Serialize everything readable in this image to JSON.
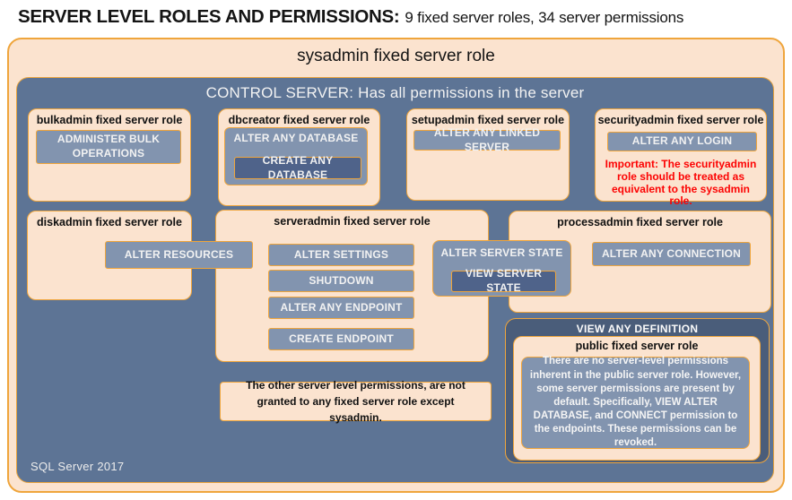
{
  "title": {
    "bold": "SERVER LEVEL ROLES AND PERMISSIONS:",
    "normal": "9 fixed server roles, 34 server permissions"
  },
  "colors": {
    "peach_fill": "#FBE3CF",
    "orange_border": "#EFA53C",
    "slate_blue_fill": "#5D7495",
    "permission_fill": "#8294AF",
    "permission_dark_fill": "#4F638A",
    "public_outer_fill": "#4A5D7A",
    "warning_red": "#FC0303"
  },
  "sysadmin_label": "sysadmin fixed server role",
  "control_label": "CONTROL SERVER: Has all permissions in the server",
  "roles": {
    "bulkadmin": {
      "label": "bulkadmin fixed server role",
      "perm": "ADMINISTER BULK OPERATIONS"
    },
    "dbcreator": {
      "label": "dbcreator fixed server role",
      "perm_outer": "ALTER ANY DATABASE",
      "perm_inner": "CREATE ANY DATABASE"
    },
    "setupadmin": {
      "label": "setupadmin fixed server role",
      "perm": "ALTER ANY LINKED SERVER"
    },
    "securityadmin": {
      "label": "securityadmin fixed server role",
      "perm": "ALTER ANY LOGIN",
      "warning": "Important: The securityadmin role should be treated as equivalent to the sysadmin role."
    },
    "diskadmin": {
      "label": "diskadmin fixed server role",
      "perm": "ALTER RESOURCES"
    },
    "serveradmin": {
      "label": "serveradmin fixed server role",
      "perms": [
        "ALTER SETTINGS",
        "SHUTDOWN",
        "ALTER ANY ENDPOINT",
        "CREATE ENDPOINT"
      ]
    },
    "processadmin": {
      "label": "processadmin fixed server role",
      "perm": "ALTER ANY CONNECTION"
    },
    "public": {
      "header": "VIEW ANY DEFINITION",
      "label": "public fixed server role",
      "body": "There are no server-level permissions inherent in the public server role. However, some server permissions are present by default. Specifically, VIEW ALTER DATABASE, and CONNECT permission to the endpoints. These permissions can be revoked."
    }
  },
  "shared": {
    "alter_server_state": "ALTER SERVER STATE",
    "view_server_state": "VIEW SERVER STATE"
  },
  "note": "The other server level permissions, are not granted to any fixed server role except sysadmin.",
  "footer": "SQL Server 2017"
}
